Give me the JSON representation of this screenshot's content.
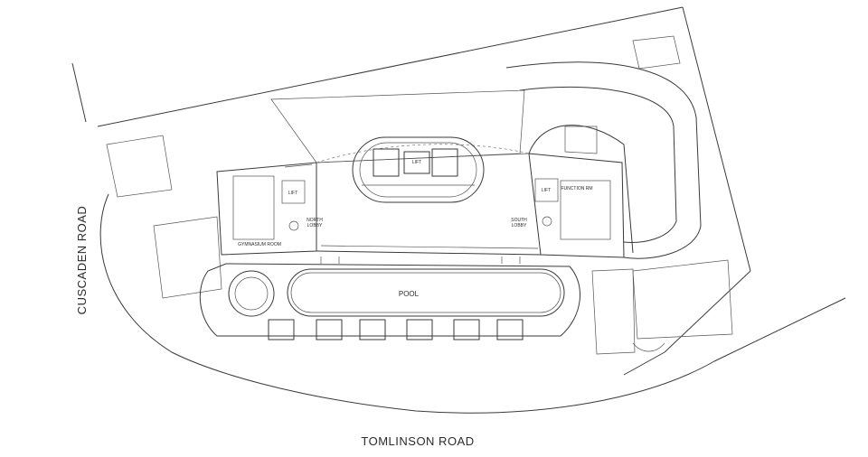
{
  "roads": {
    "tomlinson": "TOMLINSON ROAD",
    "cuscaden": "CUSCADEN ROAD"
  },
  "rooms": {
    "pool": "POOL",
    "lift_north": "LIFT",
    "lift_center": "LIFT",
    "lift_south": "LIFT",
    "north_lobby_1": "NORTH",
    "north_lobby_2": "LOBBY",
    "south_lobby_1": "SOUTH",
    "south_lobby_2": "LOBBY",
    "gymnasium": "GYMNASIUM ROOM",
    "function_room": "FUNCTION RM"
  },
  "colors": {
    "line": "#3a3a3a",
    "background": "#ffffff"
  }
}
